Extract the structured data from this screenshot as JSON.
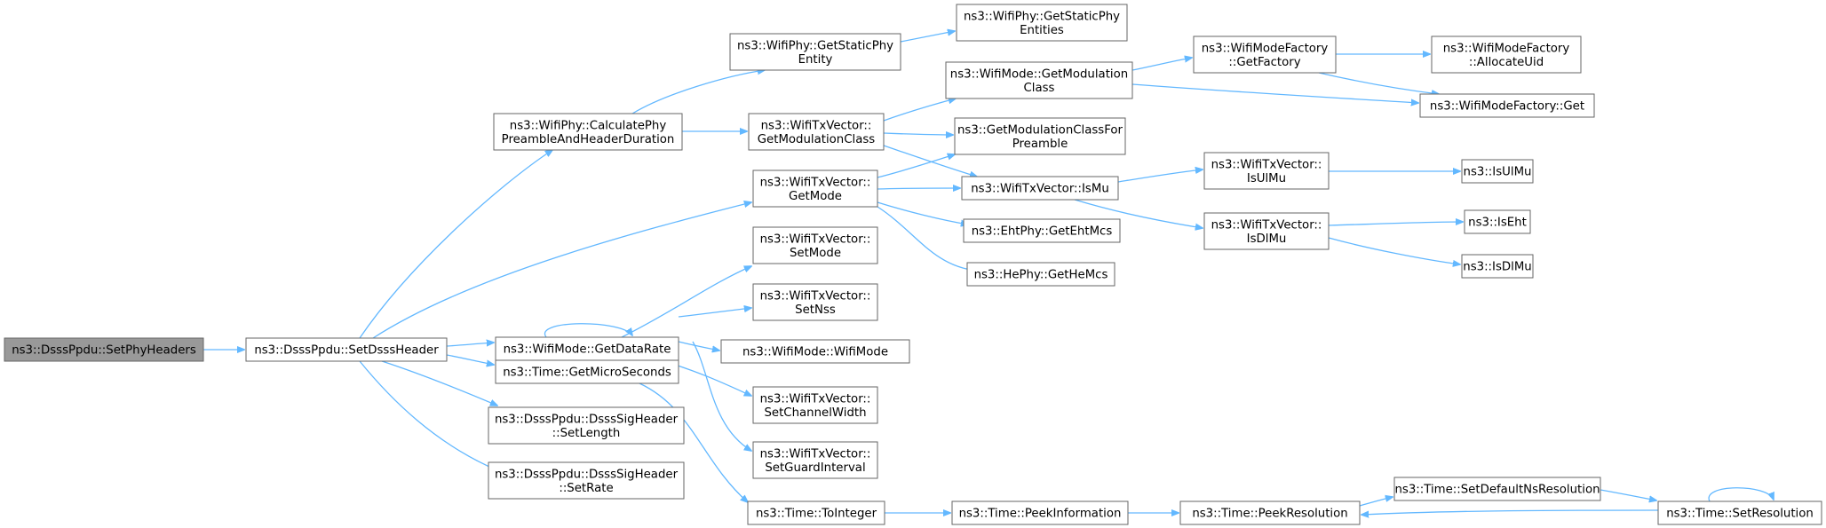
{
  "graph": {
    "nodes": [
      {
        "id": "n0",
        "lines": [
          "ns3::DsssPpdu::SetPhyHeaders"
        ]
      },
      {
        "id": "n1",
        "lines": [
          "ns3::DsssPpdu::SetDsssHeader"
        ]
      },
      {
        "id": "n2",
        "lines": [
          "ns3::WifiPhy::CalculatePhy",
          "PreambleAndHeaderDuration"
        ]
      },
      {
        "id": "n3",
        "lines": [
          "ns3::WifiTxVector::",
          "GetMode"
        ]
      },
      {
        "id": "n4",
        "lines": [
          "ns3::WifiMode::GetDataRate"
        ]
      },
      {
        "id": "n5",
        "lines": [
          "ns3::Time::GetMicroSeconds"
        ]
      },
      {
        "id": "n6",
        "lines": [
          "ns3::DsssPpdu::DsssSigHeader",
          "::SetLength"
        ]
      },
      {
        "id": "n7",
        "lines": [
          "ns3::DsssPpdu::DsssSigHeader",
          "::SetRate"
        ]
      },
      {
        "id": "n8",
        "lines": [
          "ns3::WifiPhy::GetStaticPhy",
          "Entity"
        ]
      },
      {
        "id": "n9",
        "lines": [
          "ns3::WifiTxVector::",
          "GetModulationClass"
        ]
      },
      {
        "id": "n10",
        "lines": [
          "ns3::WifiPhy::GetStaticPhy",
          "Entities"
        ]
      },
      {
        "id": "n11",
        "lines": [
          "ns3::WifiMode::GetModulation",
          "Class"
        ]
      },
      {
        "id": "n12",
        "lines": [
          "ns3::GetModulationClassFor",
          "Preamble"
        ]
      },
      {
        "id": "n13",
        "lines": [
          "ns3::WifiTxVector::IsMu"
        ]
      },
      {
        "id": "n14",
        "lines": [
          "ns3::WifiModeFactory",
          "::GetFactory"
        ]
      },
      {
        "id": "n15",
        "lines": [
          "ns3::WifiModeFactory::Get"
        ]
      },
      {
        "id": "n16",
        "lines": [
          "ns3::WifiModeFactory",
          "::AllocateUid"
        ]
      },
      {
        "id": "n17",
        "lines": [
          "ns3::WifiTxVector::",
          "IsUlMu"
        ]
      },
      {
        "id": "n18",
        "lines": [
          "ns3::WifiTxVector::",
          "IsDlMu"
        ]
      },
      {
        "id": "n19",
        "lines": [
          "ns3::IsUlMu"
        ]
      },
      {
        "id": "n20",
        "lines": [
          "ns3::IsEht"
        ]
      },
      {
        "id": "n21",
        "lines": [
          "ns3::IsDlMu"
        ]
      },
      {
        "id": "n22",
        "lines": [
          "ns3::EhtPhy::GetEhtMcs"
        ]
      },
      {
        "id": "n23",
        "lines": [
          "ns3::HePhy::GetHeMcs"
        ]
      },
      {
        "id": "n24",
        "lines": [
          "ns3::WifiTxVector::",
          "SetMode"
        ]
      },
      {
        "id": "n25",
        "lines": [
          "ns3::WifiTxVector::",
          "SetNss"
        ]
      },
      {
        "id": "n26",
        "lines": [
          "ns3::WifiMode::WifiMode"
        ]
      },
      {
        "id": "n27",
        "lines": [
          "ns3::WifiTxVector::",
          "SetChannelWidth"
        ]
      },
      {
        "id": "n28",
        "lines": [
          "ns3::WifiTxVector::",
          "SetGuardInterval"
        ]
      },
      {
        "id": "n29",
        "lines": [
          "ns3::Time::ToInteger"
        ]
      },
      {
        "id": "n30",
        "lines": [
          "ns3::Time::PeekInformation"
        ]
      },
      {
        "id": "n31",
        "lines": [
          "ns3::Time::PeekResolution"
        ]
      },
      {
        "id": "n32",
        "lines": [
          "ns3::Time::SetDefaultNsResolution"
        ]
      },
      {
        "id": "n33",
        "lines": [
          "ns3::Time::SetResolution"
        ]
      }
    ],
    "colors": {
      "edge": "#63b8ff",
      "node_border": "#666666",
      "node_fill": "#ffffff",
      "root_fill": "#999999",
      "text": "#000000"
    }
  }
}
